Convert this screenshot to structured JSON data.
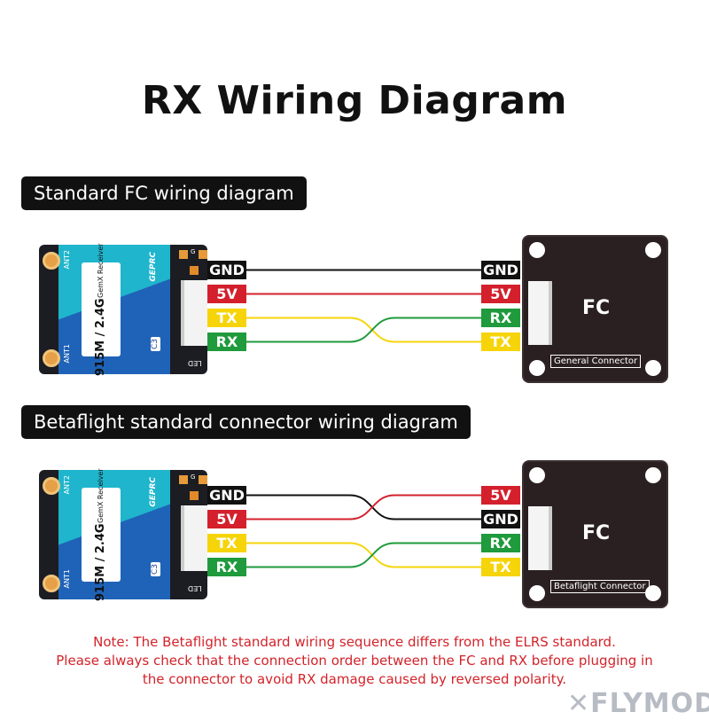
{
  "title": "RX Wiring Diagram",
  "sections": [
    {
      "heading": "Standard FC wiring diagram",
      "left_pins": [
        "GND",
        "5V",
        "TX",
        "RX"
      ],
      "right_pins": [
        "GND",
        "5V",
        "RX",
        "TX"
      ],
      "connector_label": "General Connector"
    },
    {
      "heading": "Betaflight standard connector wiring diagram",
      "left_pins": [
        "GND",
        "5V",
        "TX",
        "RX"
      ],
      "right_pins": [
        "5V",
        "GND",
        "RX",
        "TX"
      ],
      "connector_label": "Betaflight Connector"
    }
  ],
  "receiver": {
    "model": "915M / 2.4G",
    "name": "GemX Receiver",
    "brand": "GEPRC",
    "version": "C3",
    "ant1": "ANT1",
    "ant2": "ANT2",
    "led": "LED",
    "g": "G"
  },
  "fc_label": "FC",
  "pin_colors": {
    "GND": "#111111",
    "5V": "#d3202c",
    "TX": "#f6d40a",
    "RX": "#1f9a3c"
  },
  "note": [
    "Note: The Betaflight standard wiring sequence differs from the ELRS standard.",
    "Please always check that the connection order between the FC and RX before plugging in",
    "the connector to avoid RX damage caused by reversed polarity."
  ],
  "watermark": "FLYMOD"
}
